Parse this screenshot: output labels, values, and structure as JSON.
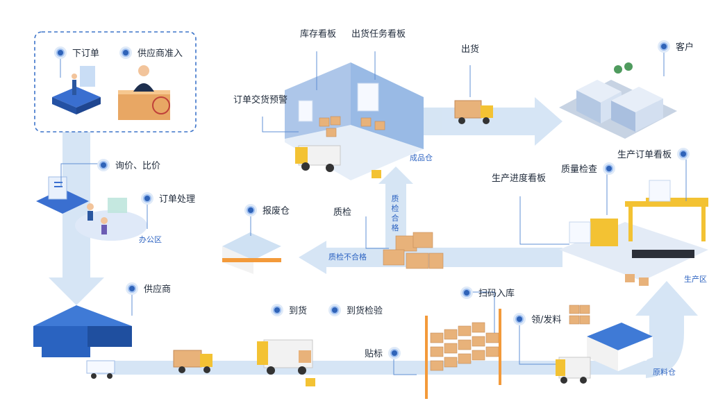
{
  "nodes": {
    "place_order": "下订单",
    "supplier_access": "供应商准入",
    "inquiry_compare": "询价、比价",
    "order_processing": "订单处理",
    "inventory_board": "库存看板",
    "shipping_task_board": "出货任务看板",
    "delivery_warning": "订单交货预警",
    "shipping": "出货",
    "customer": "客户",
    "production_order_board": "生产订单看板",
    "quality_check": "质量检查",
    "production_progress_board": "生产进度看板",
    "scrap_warehouse": "报废仓",
    "qc": "质检",
    "supplier": "供应商",
    "arrival": "到货",
    "arrival_inspection": "到货检验",
    "scan_in": "扫码入库",
    "issue_material": "领/发料",
    "labeling": "贴标"
  },
  "areas": {
    "office": "办公区",
    "finished_goods": "成品仓",
    "production": "生产区",
    "raw_material": "原料仓"
  },
  "arrows": {
    "qc_fail": "质检不合格",
    "qc_pass": "质检合格"
  },
  "colors": {
    "flow": "#cfe1f3",
    "accent": "#2f63b8",
    "crate": "#e8b27a",
    "truck": "#f3c233",
    "building": "#9fb8dd"
  }
}
